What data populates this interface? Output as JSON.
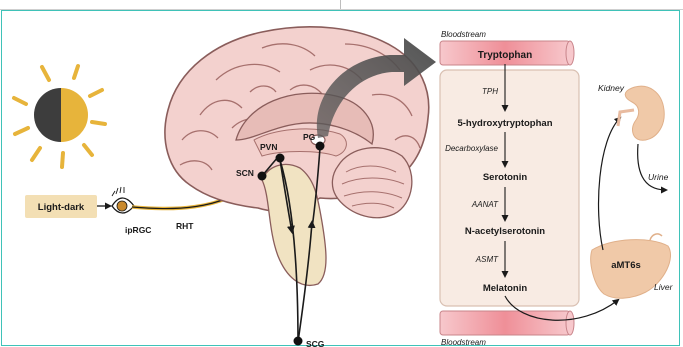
{
  "diagram": {
    "input_label": "Light-dark",
    "ipRGC": "ipRGC",
    "RHT": "RHT",
    "SCN": "SCN",
    "PVN": "PVN",
    "PG": "PG",
    "SCG": "SCG",
    "bloodstream_top": "Bloodstream",
    "bloodstream_bottom": "Bloodstream",
    "pathway": {
      "tryptophan": "Tryptophan",
      "tph": "TPH",
      "hydroxytryptophan": "5-hydroxytryptophan",
      "decarboxylase": "Decarboxylase",
      "serotonin": "Serotonin",
      "aanat": "AANAT",
      "acetylserotonin": "N-acetylserotonin",
      "asmt": "ASMT",
      "melatonin": "Melatonin"
    },
    "kidney": "Kidney",
    "urine": "Urine",
    "amt6s": "aMT6s",
    "liver": "Liver"
  },
  "colors": {
    "frame": "#3fc2b8",
    "brain": "#f3d1ce",
    "brain_outline": "#8a5d5b",
    "panel": "#f8ebe3",
    "bar": "#f2a7ad",
    "organ": "#f0c9a8",
    "sun": "#e7b43b",
    "moon": "#3d3d3d"
  }
}
